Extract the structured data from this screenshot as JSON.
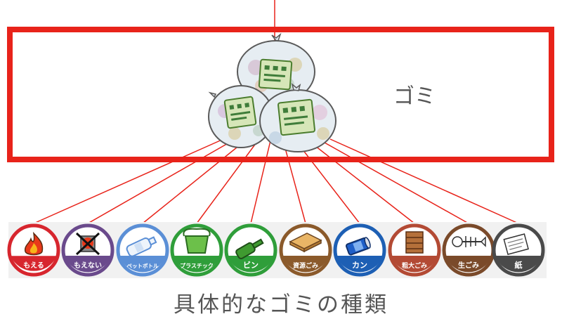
{
  "diagram": {
    "box_label": "ゴミ",
    "caption": "具体的なゴミの種類",
    "categories": [
      {
        "label": "もえる",
        "icon": "fire-icon",
        "color": "#d7262e"
      },
      {
        "label": "もえない",
        "icon": "crossed-bin-icon",
        "color": "#6a4a8c"
      },
      {
        "label": "ペットボトル",
        "icon": "pet-bottle-icon",
        "color": "#5b8fd6"
      },
      {
        "label": "プラスチック",
        "icon": "plastic-bucket-icon",
        "color": "#2f9e3a"
      },
      {
        "label": "ビン",
        "icon": "glass-bottle-icon",
        "color": "#2f9e3a"
      },
      {
        "label": "資源ごみ",
        "icon": "cardboard-icon",
        "color": "#8b5a2b"
      },
      {
        "label": "カン",
        "icon": "can-icon",
        "color": "#1d5fb4"
      },
      {
        "label": "粗大ごみ",
        "icon": "dresser-icon",
        "color": "#b34a34"
      },
      {
        "label": "生ごみ",
        "icon": "fish-bone-icon",
        "color": "#7a4a2a"
      },
      {
        "label": "紙",
        "icon": "paper-icon",
        "color": "#4a4a4a"
      }
    ],
    "colors": {
      "box": "#e8231a",
      "line": "#e8231a"
    }
  }
}
